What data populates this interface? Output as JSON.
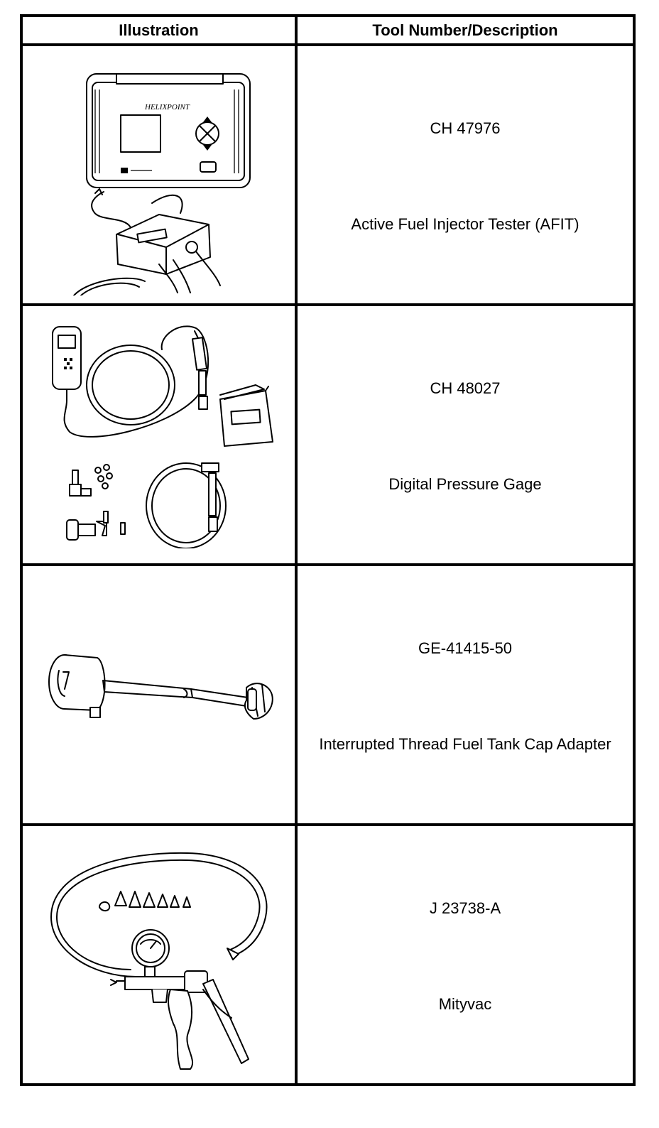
{
  "table": {
    "headers": [
      "Illustration",
      "Tool Number/Description"
    ],
    "rows": [
      {
        "tool_number": "CH 47976",
        "description": "Active Fuel Injector Tester (AFIT)",
        "illustration_icon": "injector-tester-icon"
      },
      {
        "tool_number": "CH 48027",
        "description": "Digital Pressure Gage",
        "illustration_icon": "pressure-gage-kit-icon"
      },
      {
        "tool_number": "GE-41415-50",
        "description": "Interrupted Thread Fuel Tank Cap Adapter",
        "illustration_icon": "fuel-cap-adapter-icon"
      },
      {
        "tool_number": "J 23738-A",
        "description": "Mityvac",
        "illustration_icon": "vacuum-pump-icon"
      }
    ]
  }
}
